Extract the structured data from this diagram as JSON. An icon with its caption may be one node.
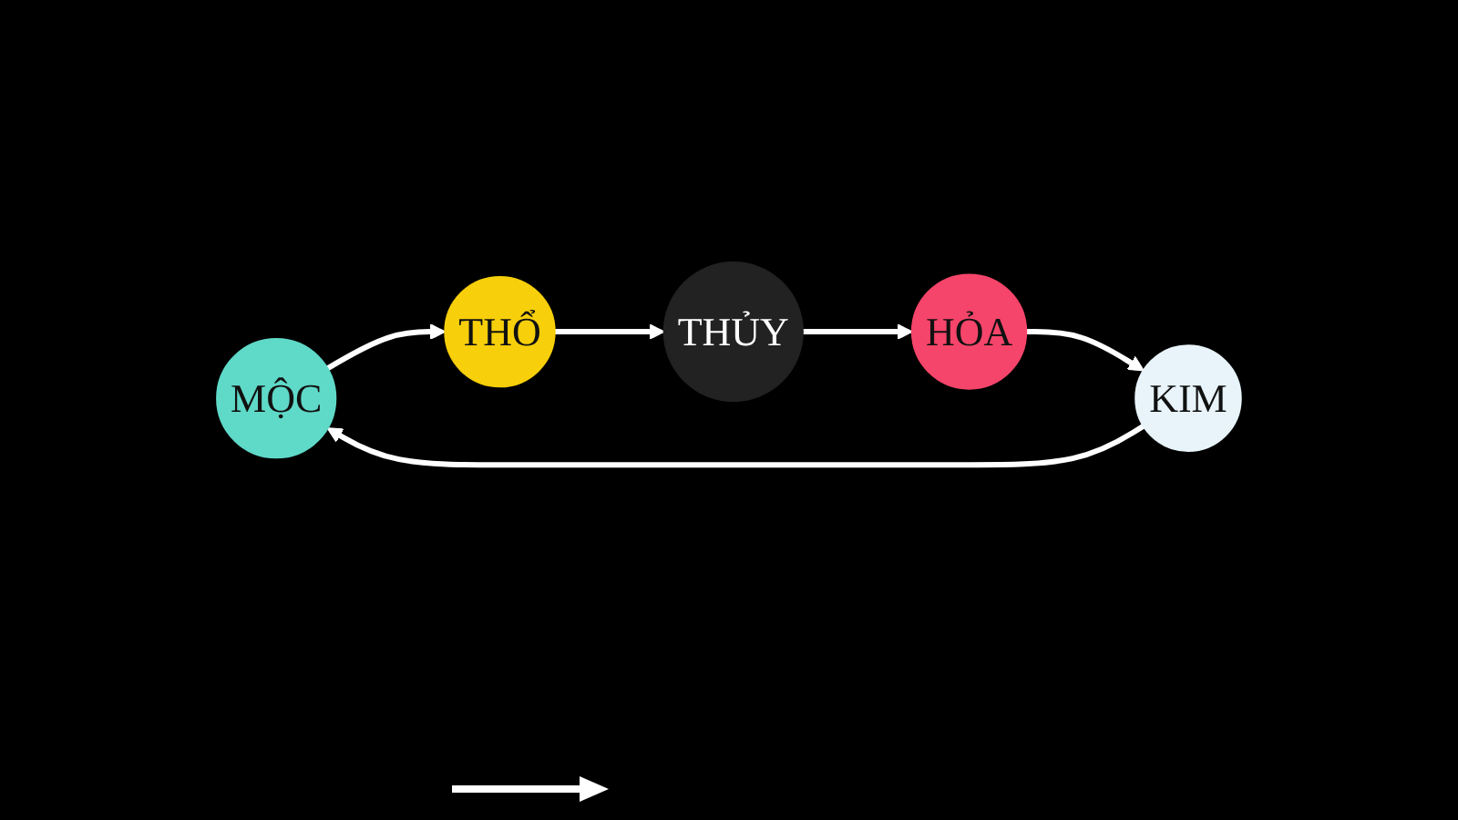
{
  "diagram": {
    "nodes": [
      {
        "text": [
          "MỘC"
        ]
      },
      {
        "text": [
          "THỦY"
        ]
      },
      {
        "text": [
          "HỎA"
        ]
      },
      {
        "text": [
          "KIM"
        ]
      },
      {
        "text": [
          "THỔ"
        ]
      }
    ],
    "edges": [
      {
        "from": 1,
        "to": 2,
        "arrow": "to"
      },
      {
        "from": 2,
        "to": 3,
        "arrow": "to"
      },
      {
        "from": 3,
        "to": 0,
        "arrow": "to"
      },
      {
        "from": 0,
        "to": 4,
        "arrow": "to"
      },
      {
        "from": 4,
        "to": 1,
        "arrow": "to"
      }
    ]
  }
}
